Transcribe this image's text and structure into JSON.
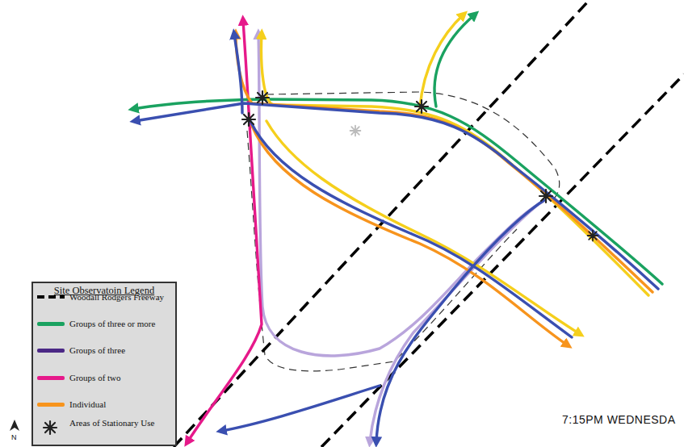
{
  "diagram": {
    "labels": [
      "Site Observatoin Legend",
      "7:15PM WEDNESDA",
      "N"
    ],
    "legend": [
      {
        "text": "Woodall Rodgers Freeway"
      },
      {
        "text": "Groups of three or more",
        "color": "#1aa260"
      },
      {
        "text": "Groups of three",
        "color": "#4b2885"
      },
      {
        "text": "Groups of two",
        "color": "#e6198a"
      },
      {
        "text": "Individual",
        "color": "#f7941d"
      },
      {
        "text": "Areas of Stationary Use"
      }
    ]
  }
}
